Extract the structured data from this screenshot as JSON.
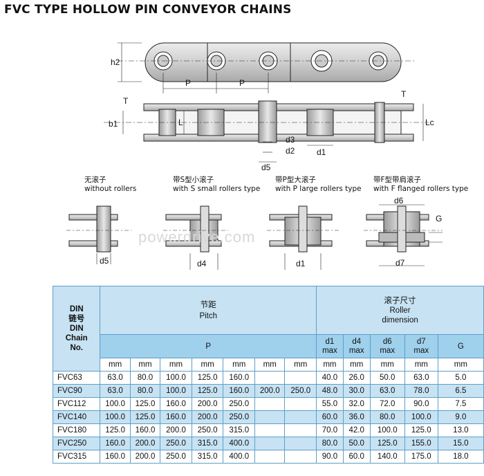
{
  "title": "FVC TYPE HOLLOW PIN CONVEYOR CHAINS",
  "watermark": "powerdrive.com",
  "dims": {
    "h2": "h2",
    "P": "P",
    "T": "T",
    "b1": "b1",
    "L": "L",
    "Lc": "Lc",
    "d3": "d3",
    "d2": "d2",
    "d1": "d1",
    "d5": "d5",
    "d4": "d4",
    "d6": "d6",
    "d7": "d7",
    "G": "G"
  },
  "variants": [
    {
      "cn": "无滚子",
      "en": "without rollers"
    },
    {
      "cn": "带S型小滚子",
      "en": "with S small  rollers type"
    },
    {
      "cn": "带P型大滚子",
      "en": "with P large rollers type"
    },
    {
      "cn": "带F型带肩滚子",
      "en": "with F flanged rollers type"
    }
  ],
  "table": {
    "din_label": [
      "DIN",
      "链号",
      "DIN",
      "Chain",
      "No."
    ],
    "pitch_cn": "节距",
    "pitch_en": "Pitch",
    "pitch_sym": "P",
    "roller_cn": "滚子尺寸",
    "roller_en1": "Roller",
    "roller_en2": "dimension",
    "sub": [
      {
        "sym": "d1",
        "note": "max"
      },
      {
        "sym": "d4",
        "note": "max"
      },
      {
        "sym": "d6",
        "note": "max"
      },
      {
        "sym": "d7",
        "note": "max"
      },
      {
        "sym": "G",
        "note": ""
      }
    ],
    "unit": "mm",
    "rows": [
      {
        "name": "FVC63",
        "p": [
          "63.0",
          "80.0",
          "100.0",
          "125.0",
          "160.0",
          "",
          ""
        ],
        "r": [
          "40.0",
          "26.0",
          "50.0",
          "63.0",
          "5.0"
        ]
      },
      {
        "name": "FVC90",
        "p": [
          "63.0",
          "80.0",
          "100.0",
          "125.0",
          "160.0",
          "200.0",
          "250.0"
        ],
        "r": [
          "48.0",
          "30.0",
          "63.0",
          "78.0",
          "6.5"
        ]
      },
      {
        "name": "FVC112",
        "p": [
          "100.0",
          "125.0",
          "160.0",
          "200.0",
          "250.0",
          "",
          ""
        ],
        "r": [
          "55.0",
          "32.0",
          "72.0",
          "90.0",
          "7.5"
        ]
      },
      {
        "name": "FVC140",
        "p": [
          "100.0",
          "125.0",
          "160.0",
          "200.0",
          "250.0",
          "",
          ""
        ],
        "r": [
          "60.0",
          "36.0",
          "80.0",
          "100.0",
          "9.0"
        ]
      },
      {
        "name": "FVC180",
        "p": [
          "125.0",
          "160.0",
          "200.0",
          "250.0",
          "315.0",
          "",
          ""
        ],
        "r": [
          "70.0",
          "42.0",
          "100.0",
          "125.0",
          "13.0"
        ]
      },
      {
        "name": "FVC250",
        "p": [
          "160.0",
          "200.0",
          "250.0",
          "315.0",
          "400.0",
          "",
          ""
        ],
        "r": [
          "80.0",
          "50.0",
          "125.0",
          "155.0",
          "15.0"
        ]
      },
      {
        "name": "FVC315",
        "p": [
          "160.0",
          "200.0",
          "250.0",
          "315.0",
          "400.0",
          "",
          ""
        ],
        "r": [
          "90.0",
          "60.0",
          "140.0",
          "175.0",
          "18.0"
        ]
      }
    ]
  }
}
